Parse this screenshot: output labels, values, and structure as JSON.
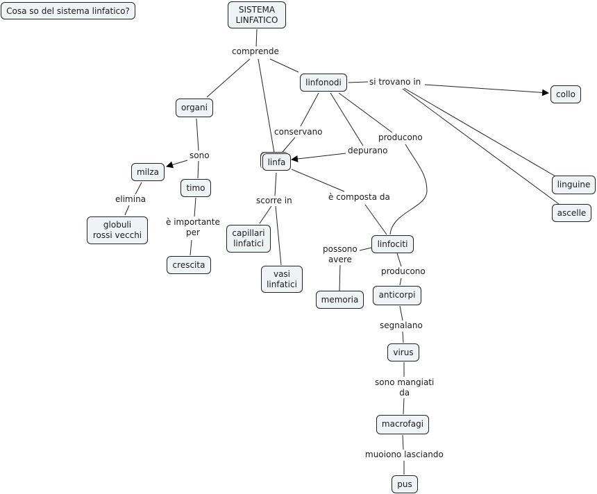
{
  "title_node": "Cosa so del sistema linfatico?",
  "concepts": {
    "sistema": "SISTEMA\nLINFATICO",
    "organi": "organi",
    "linfonodi": "linfonodi",
    "collo": "collo",
    "linguine": "linguine",
    "ascelle": "ascelle",
    "milza": "milza",
    "timo": "timo",
    "globuli": "globuli\nrossi vecchi",
    "crescita": "crescita",
    "linfa": "linfa",
    "capillari": "capillari\nlinfatici",
    "vasi": "vasi\nlinfatici",
    "linfociti": "linfociti",
    "memoria": "memoria",
    "anticorpi": "anticorpi",
    "virus": "virus",
    "macrofagi": "macrofagi",
    "pus": "pus"
  },
  "linking_phrases": {
    "comprende": "comprende",
    "si_trovano_in": "si trovano in",
    "sono": "sono",
    "conservano": "conservano",
    "depurano": "depurano",
    "producono_1": "producono",
    "elimina": "elimina",
    "e_importante_per": "è importante\nper",
    "scorre_in": "scorre in",
    "e_composta_da": "è composta da",
    "possono_avere": "possono\navere",
    "producono_2": "producono",
    "segnalano": "segnalano",
    "sono_mangiati_da": "sono mangiati\nda",
    "muoiono_lasciando": "muoiono lasciando"
  },
  "connections": [
    [
      "sistema",
      "comprende"
    ],
    [
      "comprende",
      "organi"
    ],
    [
      "comprende",
      "linfa"
    ],
    [
      "comprende",
      "linfonodi"
    ],
    [
      "linfonodi",
      "si_trovano_in"
    ],
    [
      "si_trovano_in",
      "collo"
    ],
    [
      "si_trovano_in",
      "linguine"
    ],
    [
      "si_trovano_in",
      "ascelle"
    ],
    [
      "linfonodi",
      "conservano"
    ],
    [
      "conservano",
      "linfa"
    ],
    [
      "linfonodi",
      "depurano"
    ],
    [
      "depurano",
      "linfa"
    ],
    [
      "linfonodi",
      "producono_1"
    ],
    [
      "producono_1",
      "linfociti"
    ],
    [
      "organi",
      "sono"
    ],
    [
      "sono",
      "milza"
    ],
    [
      "sono",
      "timo"
    ],
    [
      "milza",
      "elimina"
    ],
    [
      "elimina",
      "globuli"
    ],
    [
      "timo",
      "e_importante_per"
    ],
    [
      "e_importante_per",
      "crescita"
    ],
    [
      "linfa",
      "scorre_in"
    ],
    [
      "scorre_in",
      "capillari"
    ],
    [
      "scorre_in",
      "vasi"
    ],
    [
      "linfa",
      "e_composta_da"
    ],
    [
      "e_composta_da",
      "linfociti"
    ],
    [
      "linfociti",
      "possono_avere"
    ],
    [
      "possono_avere",
      "memoria"
    ],
    [
      "linfociti",
      "producono_2"
    ],
    [
      "producono_2",
      "anticorpi"
    ],
    [
      "anticorpi",
      "segnalano"
    ],
    [
      "segnalano",
      "virus"
    ],
    [
      "virus",
      "sono_mangiati_da"
    ],
    [
      "sono_mangiati_da",
      "macrofagi"
    ],
    [
      "macrofagi",
      "muoiono_lasciando"
    ],
    [
      "muoiono_lasciando",
      "pus"
    ]
  ]
}
